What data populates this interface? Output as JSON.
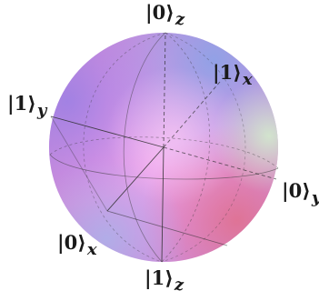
{
  "labels": {
    "z0": {
      "ket": "|0⟩",
      "sub": "z"
    },
    "x1": {
      "ket": "|1⟩",
      "sub": "x"
    },
    "y1": {
      "ket": "|1⟩",
      "sub": "y"
    },
    "y0": {
      "ket": "|0⟩",
      "sub": "y"
    },
    "x0": {
      "ket": "|0⟩",
      "sub": "x"
    },
    "z1": {
      "ket": "|1⟩",
      "sub": "z"
    }
  },
  "colors": {
    "sphere_pink": "#e58ee0",
    "sphere_blue": "#8fa2e6",
    "sphere_violet": "#c58be8",
    "sphere_red": "#e57a9a",
    "sphere_green": "#c9e2c6",
    "line": "#3a3a3a"
  }
}
